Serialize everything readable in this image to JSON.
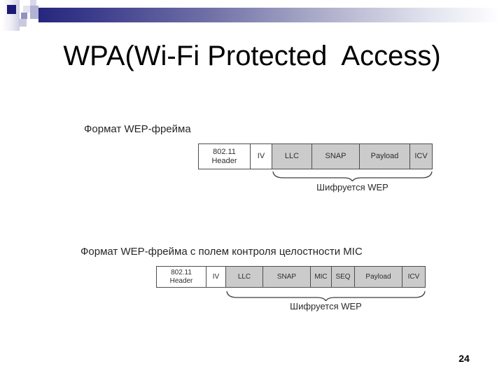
{
  "slide": {
    "title": "WPA(Wi-Fi Protected  Access)",
    "page_number": "24"
  },
  "diagrams": [
    {
      "label": "Формат WEP-фрейма",
      "boxes": [
        {
          "label": "802.11\nHeader",
          "shaded": false
        },
        {
          "label": "IV",
          "shaded": false
        },
        {
          "label": "LLC",
          "shaded": true
        },
        {
          "label": "SNAP",
          "shaded": true
        },
        {
          "label": "Payload",
          "shaded": true
        },
        {
          "label": "ICV",
          "shaded": true
        }
      ],
      "brace_label": "Шифруется WEP"
    },
    {
      "label": "Формат WEP-фрейма с полем контроля целостности MIC",
      "boxes": [
        {
          "label": "802.11\nHeader",
          "shaded": false
        },
        {
          "label": "IV",
          "shaded": false
        },
        {
          "label": "LLC",
          "shaded": true
        },
        {
          "label": "SNAP",
          "shaded": true
        },
        {
          "label": "MIC",
          "shaded": true
        },
        {
          "label": "SEQ",
          "shaded": true
        },
        {
          "label": "Payload",
          "shaded": true
        },
        {
          "label": "ICV",
          "shaded": true
        }
      ],
      "brace_label": "Шифруется WEP"
    }
  ],
  "colors": {
    "accent_dark_navy": "#1b1b77",
    "box_fill_gray": "#cbcbcb",
    "box_border": "#4d4d4d"
  }
}
